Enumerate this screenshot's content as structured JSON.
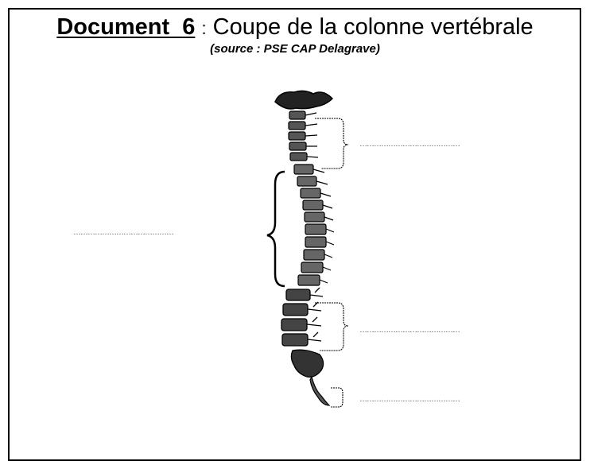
{
  "document": {
    "title_label": "Document",
    "title_number": "6",
    "title_separator": ":",
    "title_text": "Coupe de la colonne vertébrale",
    "source": "(source : PSE CAP Delagrave)"
  },
  "labels": {
    "blank_cervical": "……………………………………",
    "blank_thoracic": "……………………………………",
    "blank_lumbar": "……………………………………",
    "blank_sacrum": "……………………………………"
  },
  "colors": {
    "ink": "#000000",
    "background": "#ffffff",
    "dots": "#444444"
  }
}
